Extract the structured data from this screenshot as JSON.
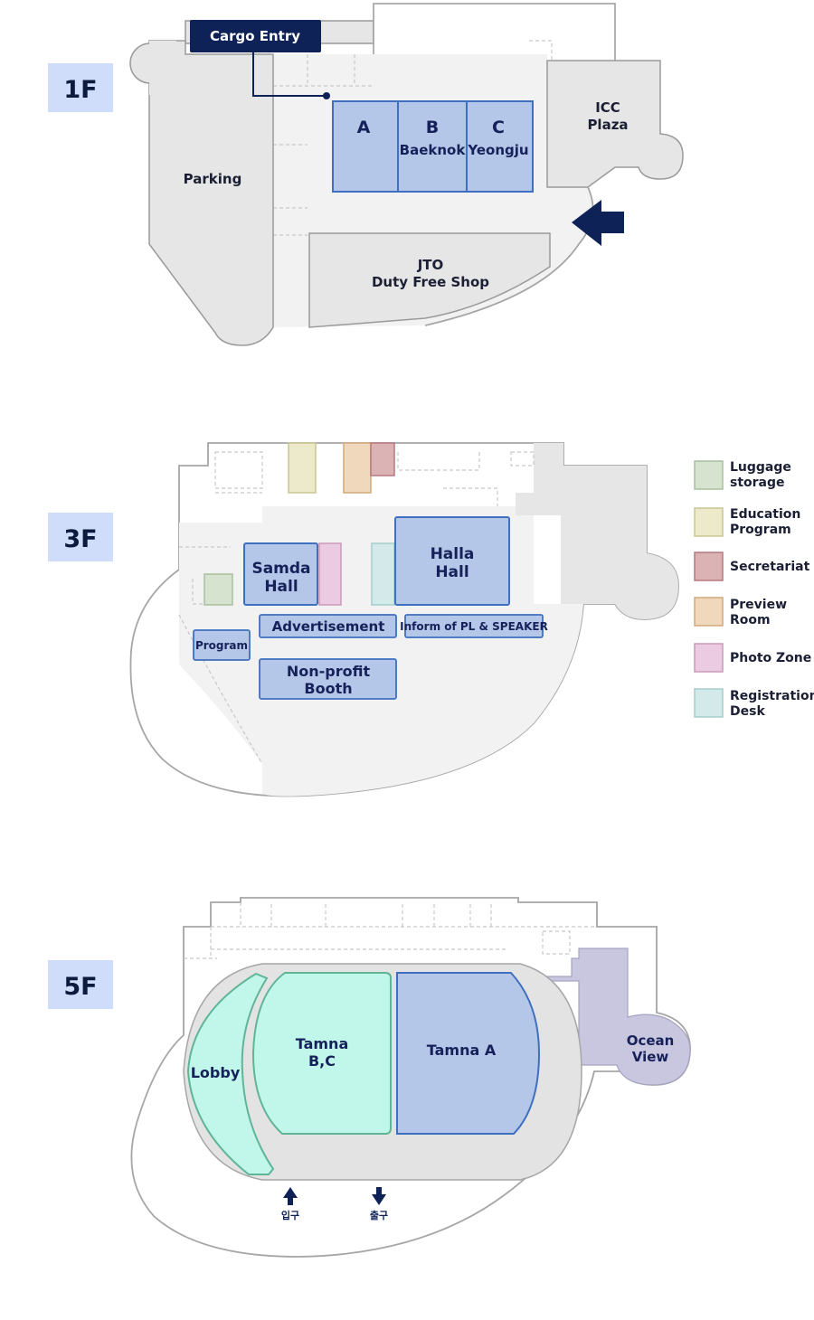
{
  "floors": {
    "f1": {
      "tag": "1F",
      "cargo_entry": "Cargo Entry",
      "parking": "Parking",
      "hall_a": "A",
      "hall_b": "B",
      "hall_b_name": "Baeknok",
      "hall_c": "C",
      "hall_c_name": "Yeongju",
      "icc_line1": "ICC",
      "icc_line2": "Plaza",
      "jto_line1": "JTO",
      "jto_line2": "Duty Free Shop"
    },
    "f3": {
      "tag": "3F",
      "samda_line1": "Samda",
      "samda_line2": "Hall",
      "halla_line1": "Halla",
      "halla_line2": "Hall",
      "advertisement": "Advertisement",
      "inform": "Inform of PL & SPEAKER",
      "program": "Program",
      "nonprofit_line1": "Non-profit",
      "nonprofit_line2": "Booth"
    },
    "f5": {
      "tag": "5F",
      "lobby": "Lobby",
      "tamna_bc_line1": "Tamna",
      "tamna_bc_line2": "B,C",
      "tamna_a": "Tamna A",
      "ocean_line1": "Ocean",
      "ocean_line2": "View",
      "entrance": "입구",
      "exit": "출구"
    }
  },
  "legend": [
    {
      "line1": "Luggage",
      "line2": "storage",
      "color": "#d5e3cf",
      "border": "#a9bfa0"
    },
    {
      "line1": "Education",
      "line2": "Program",
      "color": "#eceacb",
      "border": "#c9c58e"
    },
    {
      "line1": "Secretariat",
      "line2": "",
      "color": "#dbb3b5",
      "border": "#b5797e"
    },
    {
      "line1": "Preview",
      "line2": "Room",
      "color": "#f0d8bd",
      "border": "#d2a97c"
    },
    {
      "line1": "Photo Zone",
      "line2": "",
      "color": "#ebcbe2",
      "border": "#c99ab9"
    },
    {
      "line1": "Registration",
      "line2": "Desk",
      "color": "#d4eaea",
      "border": "#a5cccc"
    }
  ],
  "colors": {
    "hall_fill": "#b4c7e9",
    "hall_stroke": "#3f6fbf",
    "navy": "#0e2257",
    "mint_fill": "#c1f7ea",
    "mint_stroke": "#5fb596",
    "lavender": "#c9c6df",
    "floor_tag_bg": "#cfdcfa"
  }
}
